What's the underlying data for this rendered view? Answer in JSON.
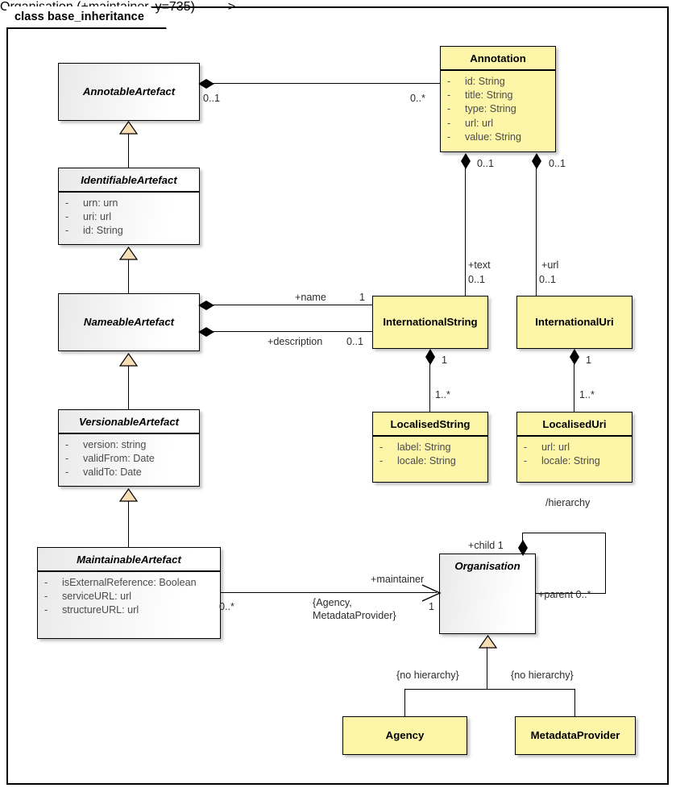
{
  "frame": {
    "label": "class base_inheritance"
  },
  "palette": {
    "yellow_fill": "#fdf6a8",
    "grey_fill": "#f2f2f2",
    "border": "#000000",
    "generalization_fill": "#f7ddb4",
    "attr_text": "#4b4b4b"
  },
  "classes": [
    {
      "id": "annotable-artefact",
      "name": "AnnotableArtefact",
      "abstract": true,
      "fill": "grey",
      "attributes": []
    },
    {
      "id": "identifiable-artefact",
      "name": "IdentifiableArtefact",
      "abstract": true,
      "fill": "grey",
      "attributes": [
        {
          "visibility": "-",
          "text": "urn: urn"
        },
        {
          "visibility": "-",
          "text": "uri: url"
        },
        {
          "visibility": "-",
          "text": "id: String"
        }
      ]
    },
    {
      "id": "nameable-artefact",
      "name": "NameableArtefact",
      "abstract": true,
      "fill": "grey",
      "attributes": []
    },
    {
      "id": "versionable-artefact",
      "name": "VersionableArtefact",
      "abstract": true,
      "fill": "grey",
      "attributes": [
        {
          "visibility": "-",
          "text": "version: string"
        },
        {
          "visibility": "-",
          "text": "validFrom: Date"
        },
        {
          "visibility": "-",
          "text": "validTo: Date"
        }
      ]
    },
    {
      "id": "maintainable-artefact",
      "name": "MaintainableArtefact",
      "abstract": true,
      "fill": "grey",
      "attributes": [
        {
          "visibility": "-",
          "text": "isExternalReference: Boolean"
        },
        {
          "visibility": "-",
          "text": "serviceURL: url"
        },
        {
          "visibility": "-",
          "text": "structureURL: url"
        }
      ]
    },
    {
      "id": "annotation",
      "name": "Annotation",
      "abstract": false,
      "fill": "yellow",
      "attributes": [
        {
          "visibility": "-",
          "text": "id: String"
        },
        {
          "visibility": "-",
          "text": "title: String"
        },
        {
          "visibility": "-",
          "text": "type: String"
        },
        {
          "visibility": "-",
          "text": "url: url"
        },
        {
          "visibility": "-",
          "text": "value: String"
        }
      ]
    },
    {
      "id": "international-string",
      "name": "InternationalString",
      "abstract": false,
      "fill": "yellow",
      "attributes": []
    },
    {
      "id": "international-uri",
      "name": "InternationalUri",
      "abstract": false,
      "fill": "yellow",
      "attributes": []
    },
    {
      "id": "localised-string",
      "name": "LocalisedString",
      "abstract": false,
      "fill": "yellow",
      "attributes": [
        {
          "visibility": "-",
          "text": "label: String"
        },
        {
          "visibility": "-",
          "text": "locale: String"
        }
      ]
    },
    {
      "id": "localised-uri",
      "name": "LocalisedUri",
      "abstract": false,
      "fill": "yellow",
      "attributes": [
        {
          "visibility": "-",
          "text": "url: url"
        },
        {
          "visibility": "-",
          "text": "locale: String"
        }
      ]
    },
    {
      "id": "organisation",
      "name": "Organisation",
      "abstract": true,
      "fill": "grey",
      "attributes": []
    },
    {
      "id": "agency",
      "name": "Agency",
      "abstract": false,
      "fill": "yellow",
      "attributes": []
    },
    {
      "id": "metadata-provider",
      "name": "MetadataProvider",
      "abstract": false,
      "fill": "yellow",
      "attributes": []
    }
  ],
  "labels": {
    "annotable_to_annotation_src": "0..1",
    "annotable_to_annotation_tgt": "0..*",
    "annotation_text_role": "+text",
    "annotation_text_mult": "0..1",
    "annotation_text_near": "0..1",
    "annotation_url_role": "+url",
    "annotation_url_mult": "0..1",
    "annotation_url_near": "0..1",
    "name_role": "+name",
    "name_mult": "1",
    "description_role": "+description",
    "description_mult": "0..1",
    "intstring_to_localised_src": "1",
    "intstring_to_localised_tgt": "1..*",
    "inturi_to_localised_src": "1",
    "inturi_to_localised_tgt": "1..*",
    "maintainer_role": "+maintainer",
    "maintainer_src_mult": "0..*",
    "maintainer_tgt_mult": "1",
    "maintainer_constraint": "{Agency,\nMetadataProvider}",
    "hierarchy_name": "/hierarchy",
    "hierarchy_child": "+child 1",
    "hierarchy_parent": "+parent 0..*",
    "agency_constraint": "{no hierarchy}",
    "metadataprovider_constraint": "{no hierarchy}"
  }
}
